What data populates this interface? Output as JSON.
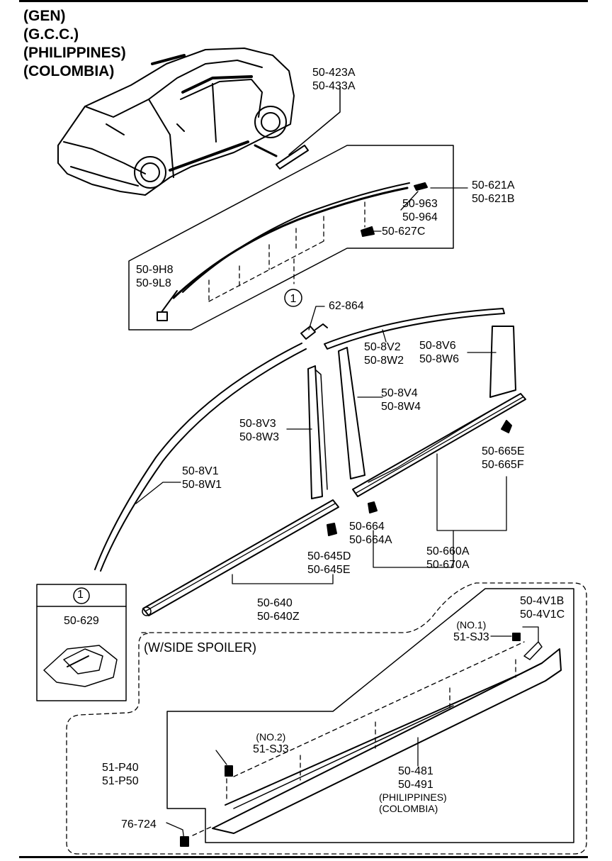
{
  "markets": [
    "(GEN)",
    "(G.C.C.)",
    "(PHILIPPINES)",
    "(COLOMBIA)"
  ],
  "callout_ref": "1",
  "inset": {
    "ref": "1",
    "part": "50-629"
  },
  "variant_box_label": "(W/SIDE SPOILER)",
  "parts": {
    "p_423A": [
      "50-423A",
      "50-433A"
    ],
    "p_621A": [
      "50-621A",
      "50-621B"
    ],
    "p_963": [
      "50-963",
      "50-964"
    ],
    "p_627C": [
      "50-627C"
    ],
    "p_9H8": [
      "50-9H8",
      "50-9L8"
    ],
    "p_62864": [
      "62-864"
    ],
    "p_8V2": [
      "50-8V2",
      "50-8W2"
    ],
    "p_8V6": [
      "50-8V6",
      "50-8W6"
    ],
    "p_8V4": [
      "50-8V4",
      "50-8W4"
    ],
    "p_8V3": [
      "50-8V3",
      "50-8W3"
    ],
    "p_665E": [
      "50-665E",
      "50-665F"
    ],
    "p_8V1": [
      "50-8V1",
      "50-8W1"
    ],
    "p_664": [
      "50-664",
      "50-664A"
    ],
    "p_660A": [
      "50-660A",
      "50-670A"
    ],
    "p_645D": [
      "50-645D",
      "50-645E"
    ],
    "p_640": [
      "50-640",
      "50-640Z"
    ],
    "p_4V1B": [
      "50-4V1B",
      "50-4V1C"
    ],
    "p_sj3_no1": [
      "(NO.1)",
      "51-SJ3"
    ],
    "p_sj3_no2": [
      "(NO.2)",
      "51-SJ3"
    ],
    "p_P40": [
      "51-P40",
      "51-P50"
    ],
    "p_481": [
      "50-481",
      "50-491",
      "(PHILIPPINES)",
      "(COLOMBIA)"
    ],
    "p_76724": [
      "76-724"
    ]
  }
}
